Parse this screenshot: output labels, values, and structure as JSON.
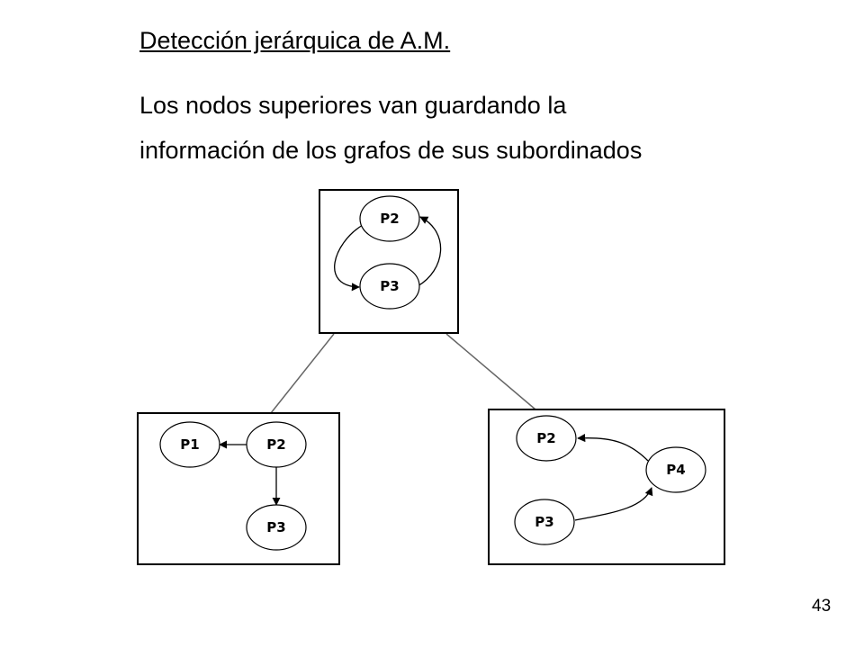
{
  "slide": {
    "title": "Detección jerárquica de A.M.",
    "body_line_1": "Los nodos superiores van guardando la",
    "body_line_2": "información de los grafos de sus subordinados",
    "page_number": "43"
  },
  "colors": {
    "background": "#ffffff",
    "ink": "#000000",
    "box_border": "#000000",
    "connector": "#666666"
  },
  "diagram": {
    "top_box": {
      "nodes": [
        "P2",
        "P3"
      ],
      "edges": [
        {
          "from": "P2",
          "to": "P3"
        },
        {
          "from": "P3",
          "to": "P2"
        }
      ]
    },
    "left_box": {
      "nodes": [
        "P1",
        "P2",
        "P3"
      ],
      "edges": [
        {
          "from": "P2",
          "to": "P1"
        },
        {
          "from": "P2",
          "to": "P3"
        }
      ]
    },
    "right_box": {
      "nodes": [
        "P2",
        "P4",
        "P3"
      ],
      "edges": [
        {
          "from": "P4",
          "to": "P2"
        },
        {
          "from": "P3",
          "to": "P4"
        }
      ]
    }
  }
}
